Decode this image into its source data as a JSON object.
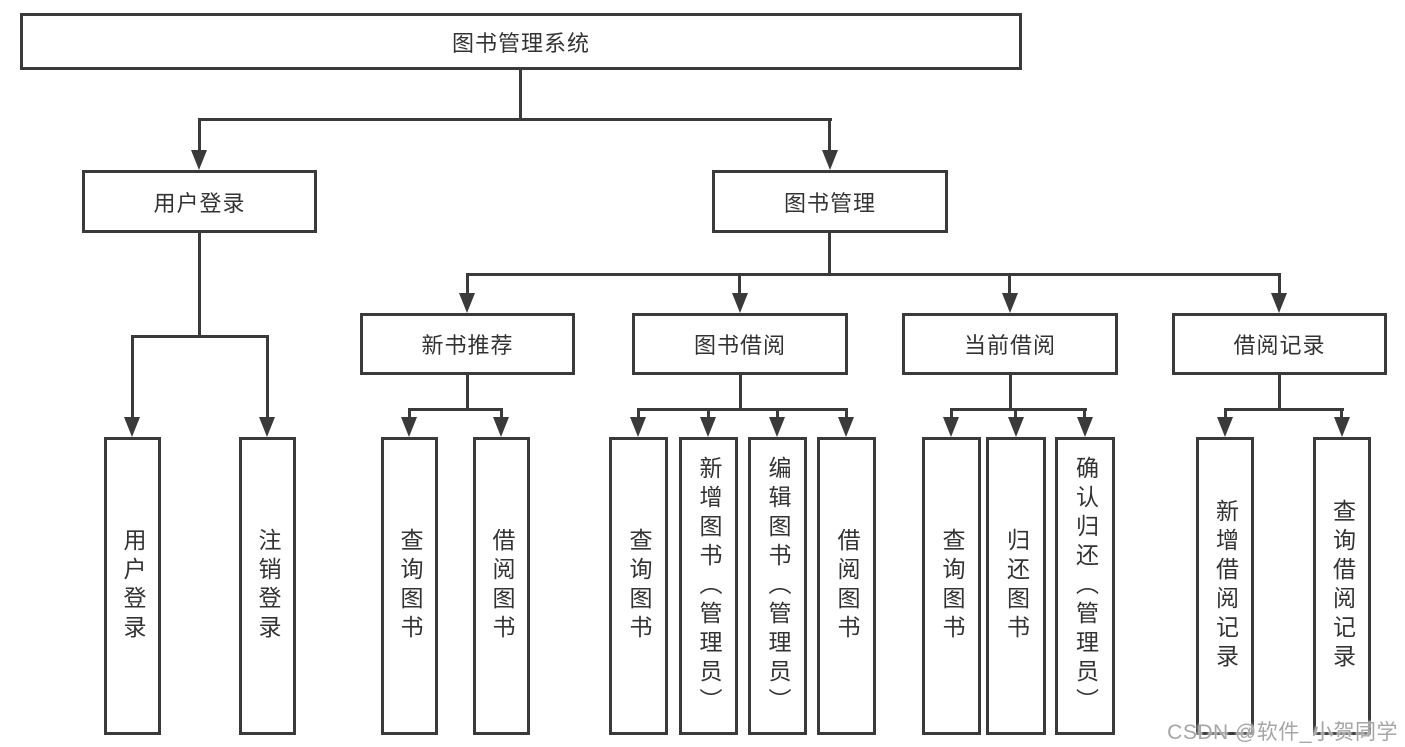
{
  "diagram": {
    "type": "hierarchy-tree",
    "title": "图书管理系统",
    "colors": {
      "line": "#3a3a3a",
      "text": "#333333",
      "background": "#ffffff",
      "watermark": "#a6a6a6"
    },
    "watermark": "CSDN @软件_小贺同学",
    "tree": {
      "root": {
        "label": "图书管理系统"
      },
      "user_login": {
        "label": "用户登录",
        "children": [
          {
            "label": "用户登录"
          },
          {
            "label": "注销登录"
          }
        ]
      },
      "book_management": {
        "label": "图书管理",
        "sections": [
          {
            "label": "新书推荐",
            "children": [
              {
                "label": "查询图书"
              },
              {
                "label": "借阅图书"
              }
            ]
          },
          {
            "label": "图书借阅",
            "children": [
              {
                "label": "查询图书"
              },
              {
                "label": "新增图书（管理员）"
              },
              {
                "label": "编辑图书（管理员）"
              },
              {
                "label": "借阅图书"
              }
            ]
          },
          {
            "label": "当前借阅",
            "children": [
              {
                "label": "查询图书"
              },
              {
                "label": "归还图书"
              },
              {
                "label": "确认归还（管理员）"
              }
            ]
          },
          {
            "label": "借阅记录",
            "children": [
              {
                "label": "新增借阅记录"
              },
              {
                "label": "查询借阅记录"
              }
            ]
          }
        ]
      }
    }
  }
}
